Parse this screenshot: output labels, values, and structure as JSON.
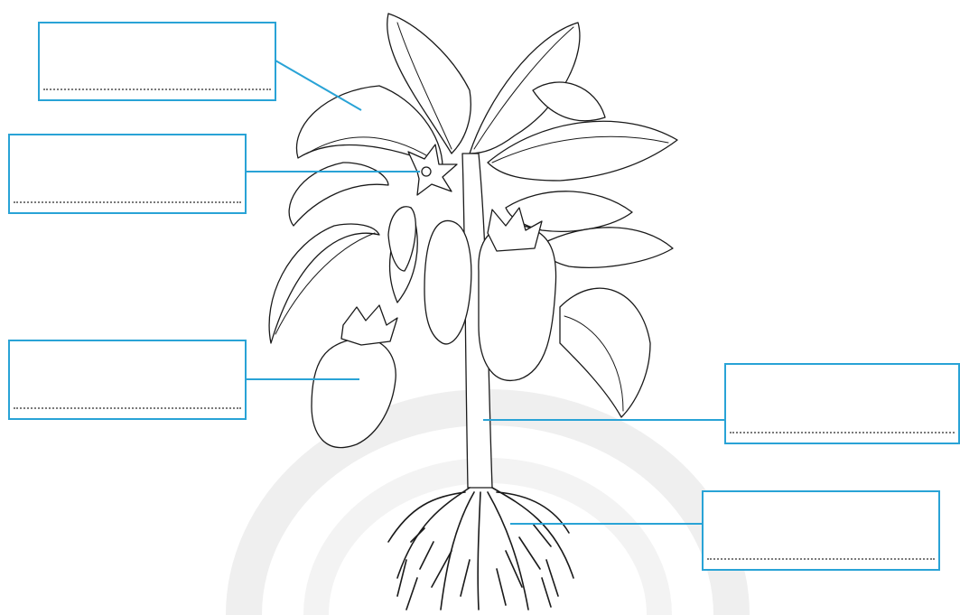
{
  "diagram": {
    "subject": "eggplant-plant",
    "accent_color": "#29a3d6",
    "line_color": "#1a1a1a",
    "labels": [
      {
        "id": "leaf",
        "text": ""
      },
      {
        "id": "flower",
        "text": ""
      },
      {
        "id": "fruit",
        "text": ""
      },
      {
        "id": "stem",
        "text": ""
      },
      {
        "id": "root",
        "text": ""
      }
    ]
  }
}
